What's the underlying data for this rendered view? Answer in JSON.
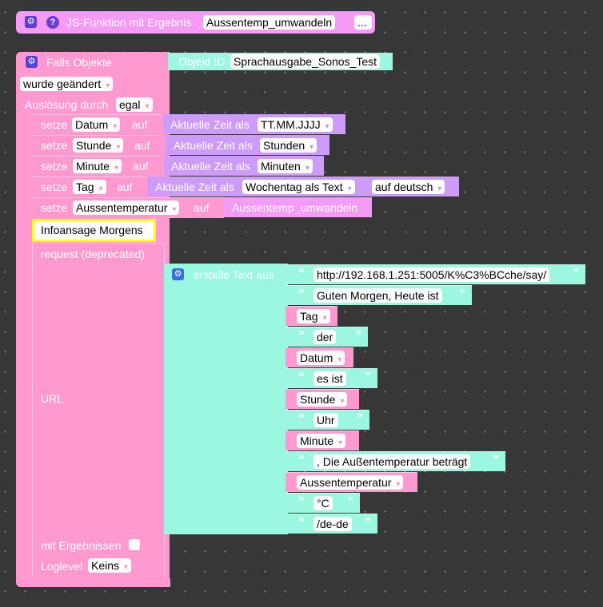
{
  "function_block": {
    "title": "JS-Funktion mit Ergebnis",
    "name": "Aussentemp_umwandeln",
    "more": "..."
  },
  "trigger": {
    "title": "Falls Objekte",
    "object_id_label": "Objekt ID",
    "object_id": "Sprachausgabe_Sonos_Test",
    "condition": "wurde geändert",
    "trigger_by_label": "Auslösung durch",
    "trigger_by": "egal"
  },
  "assignments": [
    {
      "set": "setze",
      "var": "Datum",
      "to": "auf",
      "expr": "Aktuelle Zeit als",
      "format": "TT.MM.JJJJ"
    },
    {
      "set": "setze",
      "var": "Stunde",
      "to": "auf",
      "expr": "Aktuelle Zeit als",
      "format": "Stunden"
    },
    {
      "set": "setze",
      "var": "Minute",
      "to": "auf",
      "expr": "Aktuelle Zeit als",
      "format": "Minuten"
    },
    {
      "set": "setze",
      "var": "Tag",
      "to": "auf",
      "expr": "Aktuelle Zeit als",
      "format": "Wochentag als Text",
      "lang": "auf deutsch"
    },
    {
      "set": "setze",
      "var": "Aussentemperatur",
      "to": "auf",
      "expr": "Aussentemp_umwandeln"
    }
  ],
  "comment": "Infoansage Morgens",
  "request": {
    "title": "request (deprecated)",
    "url_label": "URL",
    "with_results_label": "mit Ergebnissen",
    "loglevel_label": "Loglevel",
    "loglevel": "Keins"
  },
  "text_join": {
    "title": "erstelle Text aus",
    "items": [
      {
        "type": "text",
        "value": "http://192.168.1.251:5005/K%C3%BCche/say/"
      },
      {
        "type": "text",
        "value": "Guten Morgen, Heute ist"
      },
      {
        "type": "var",
        "value": "Tag"
      },
      {
        "type": "text",
        "value": "der"
      },
      {
        "type": "var",
        "value": "Datum"
      },
      {
        "type": "text",
        "value": "es ist"
      },
      {
        "type": "var",
        "value": "Stunde"
      },
      {
        "type": "text",
        "value": "Uhr"
      },
      {
        "type": "var",
        "value": "Minute"
      },
      {
        "type": "text",
        "value": ", Die Außentemperatur beträgt"
      },
      {
        "type": "var",
        "value": "Aussentemperatur"
      },
      {
        "type": "text",
        "value": "°C"
      },
      {
        "type": "text",
        "value": "/de-de"
      }
    ]
  },
  "icons": {
    "gear": "gear-icon",
    "help": "help-icon",
    "quote_open": "“",
    "quote_close": "”"
  },
  "colors": {
    "trigger": "#ff99d0",
    "function": "#f59bf5",
    "time": "#cc9cf8",
    "text": "#9bf7e0",
    "comment_border": "#ffff00"
  }
}
